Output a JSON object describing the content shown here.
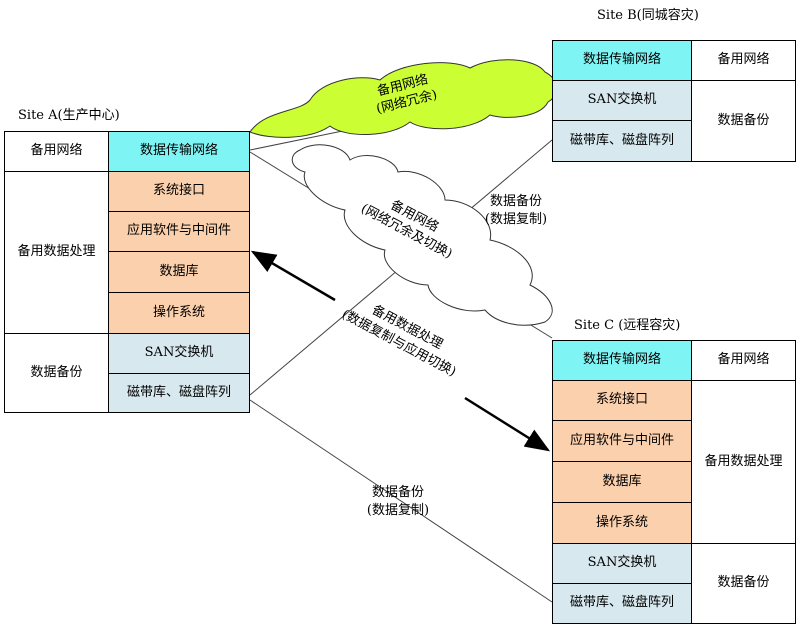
{
  "site_a": {
    "title": "Site A(生产中心)",
    "backup_network": "备用网络",
    "data_network": "数据传输网络",
    "backup_processing": "备用数据处理",
    "system_interface": "系统接口",
    "app_middleware": "应用软件与中间件",
    "database": "数据库",
    "os": "操作系统",
    "data_backup": "数据备份",
    "san": "SAN交换机",
    "storage": "磁带库、磁盘阵列"
  },
  "site_b": {
    "title": "Site B(同城容灾)",
    "data_network": "数据传输网络",
    "backup_network": "备用网络",
    "san": "SAN交换机",
    "data_backup": "数据备份",
    "storage": "磁带库、磁盘阵列"
  },
  "site_c": {
    "title": "Site C (远程容灾)",
    "data_network": "数据传输网络",
    "backup_network": "备用网络",
    "system_interface": "系统接口",
    "app_middleware": "应用软件与中间件",
    "database": "数据库",
    "os": "操作系统",
    "backup_processing": "备用数据处理",
    "san": "SAN交换机",
    "data_backup": "数据备份",
    "storage": "磁带库、磁盘阵列"
  },
  "clouds": {
    "green_line1": "备用网络",
    "green_line2": "(网络冗余)",
    "white_line1": "备用网络",
    "white_line2": "(网络冗余及切换)"
  },
  "links": {
    "ab_backup_line1": "数据备份",
    "ab_backup_line2": "(数据复制)",
    "ac_processing_line1": "备用数据处理",
    "ac_processing_line2": "(数据复制与应用切换)",
    "ac_backup_line1": "数据备份",
    "ac_backup_line2": "(数据复制)"
  },
  "colors": {
    "network_cell": "#7ff4f4",
    "processing_cell": "#fbd0ad",
    "storage_cell": "#d7e8ee",
    "green_cloud": "#ccff33"
  }
}
